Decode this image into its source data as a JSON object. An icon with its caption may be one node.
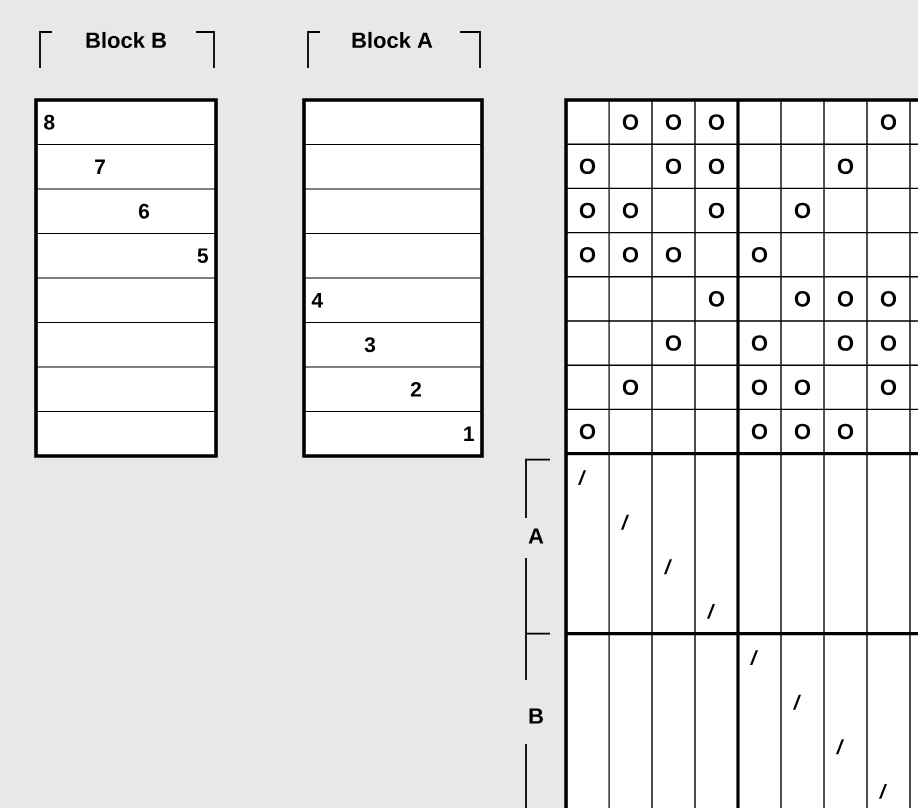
{
  "diagram": {
    "labels": [
      "Block B",
      "Block A",
      "8",
      "7",
      "6",
      "5",
      "4",
      "3",
      "2",
      "1",
      "O",
      "O",
      "O",
      "O",
      "O",
      "O",
      "O",
      "O",
      "O",
      "O",
      "O",
      "O",
      "O",
      "O",
      "O",
      "O",
      "O",
      "O",
      "O",
      "O",
      "O",
      "O",
      "O",
      "O",
      "O",
      "O",
      "O",
      "O",
      "O",
      "O",
      "O",
      "O",
      "A",
      "/",
      "/",
      "/",
      "/",
      "B",
      "/",
      "/",
      "/",
      "/"
    ]
  }
}
